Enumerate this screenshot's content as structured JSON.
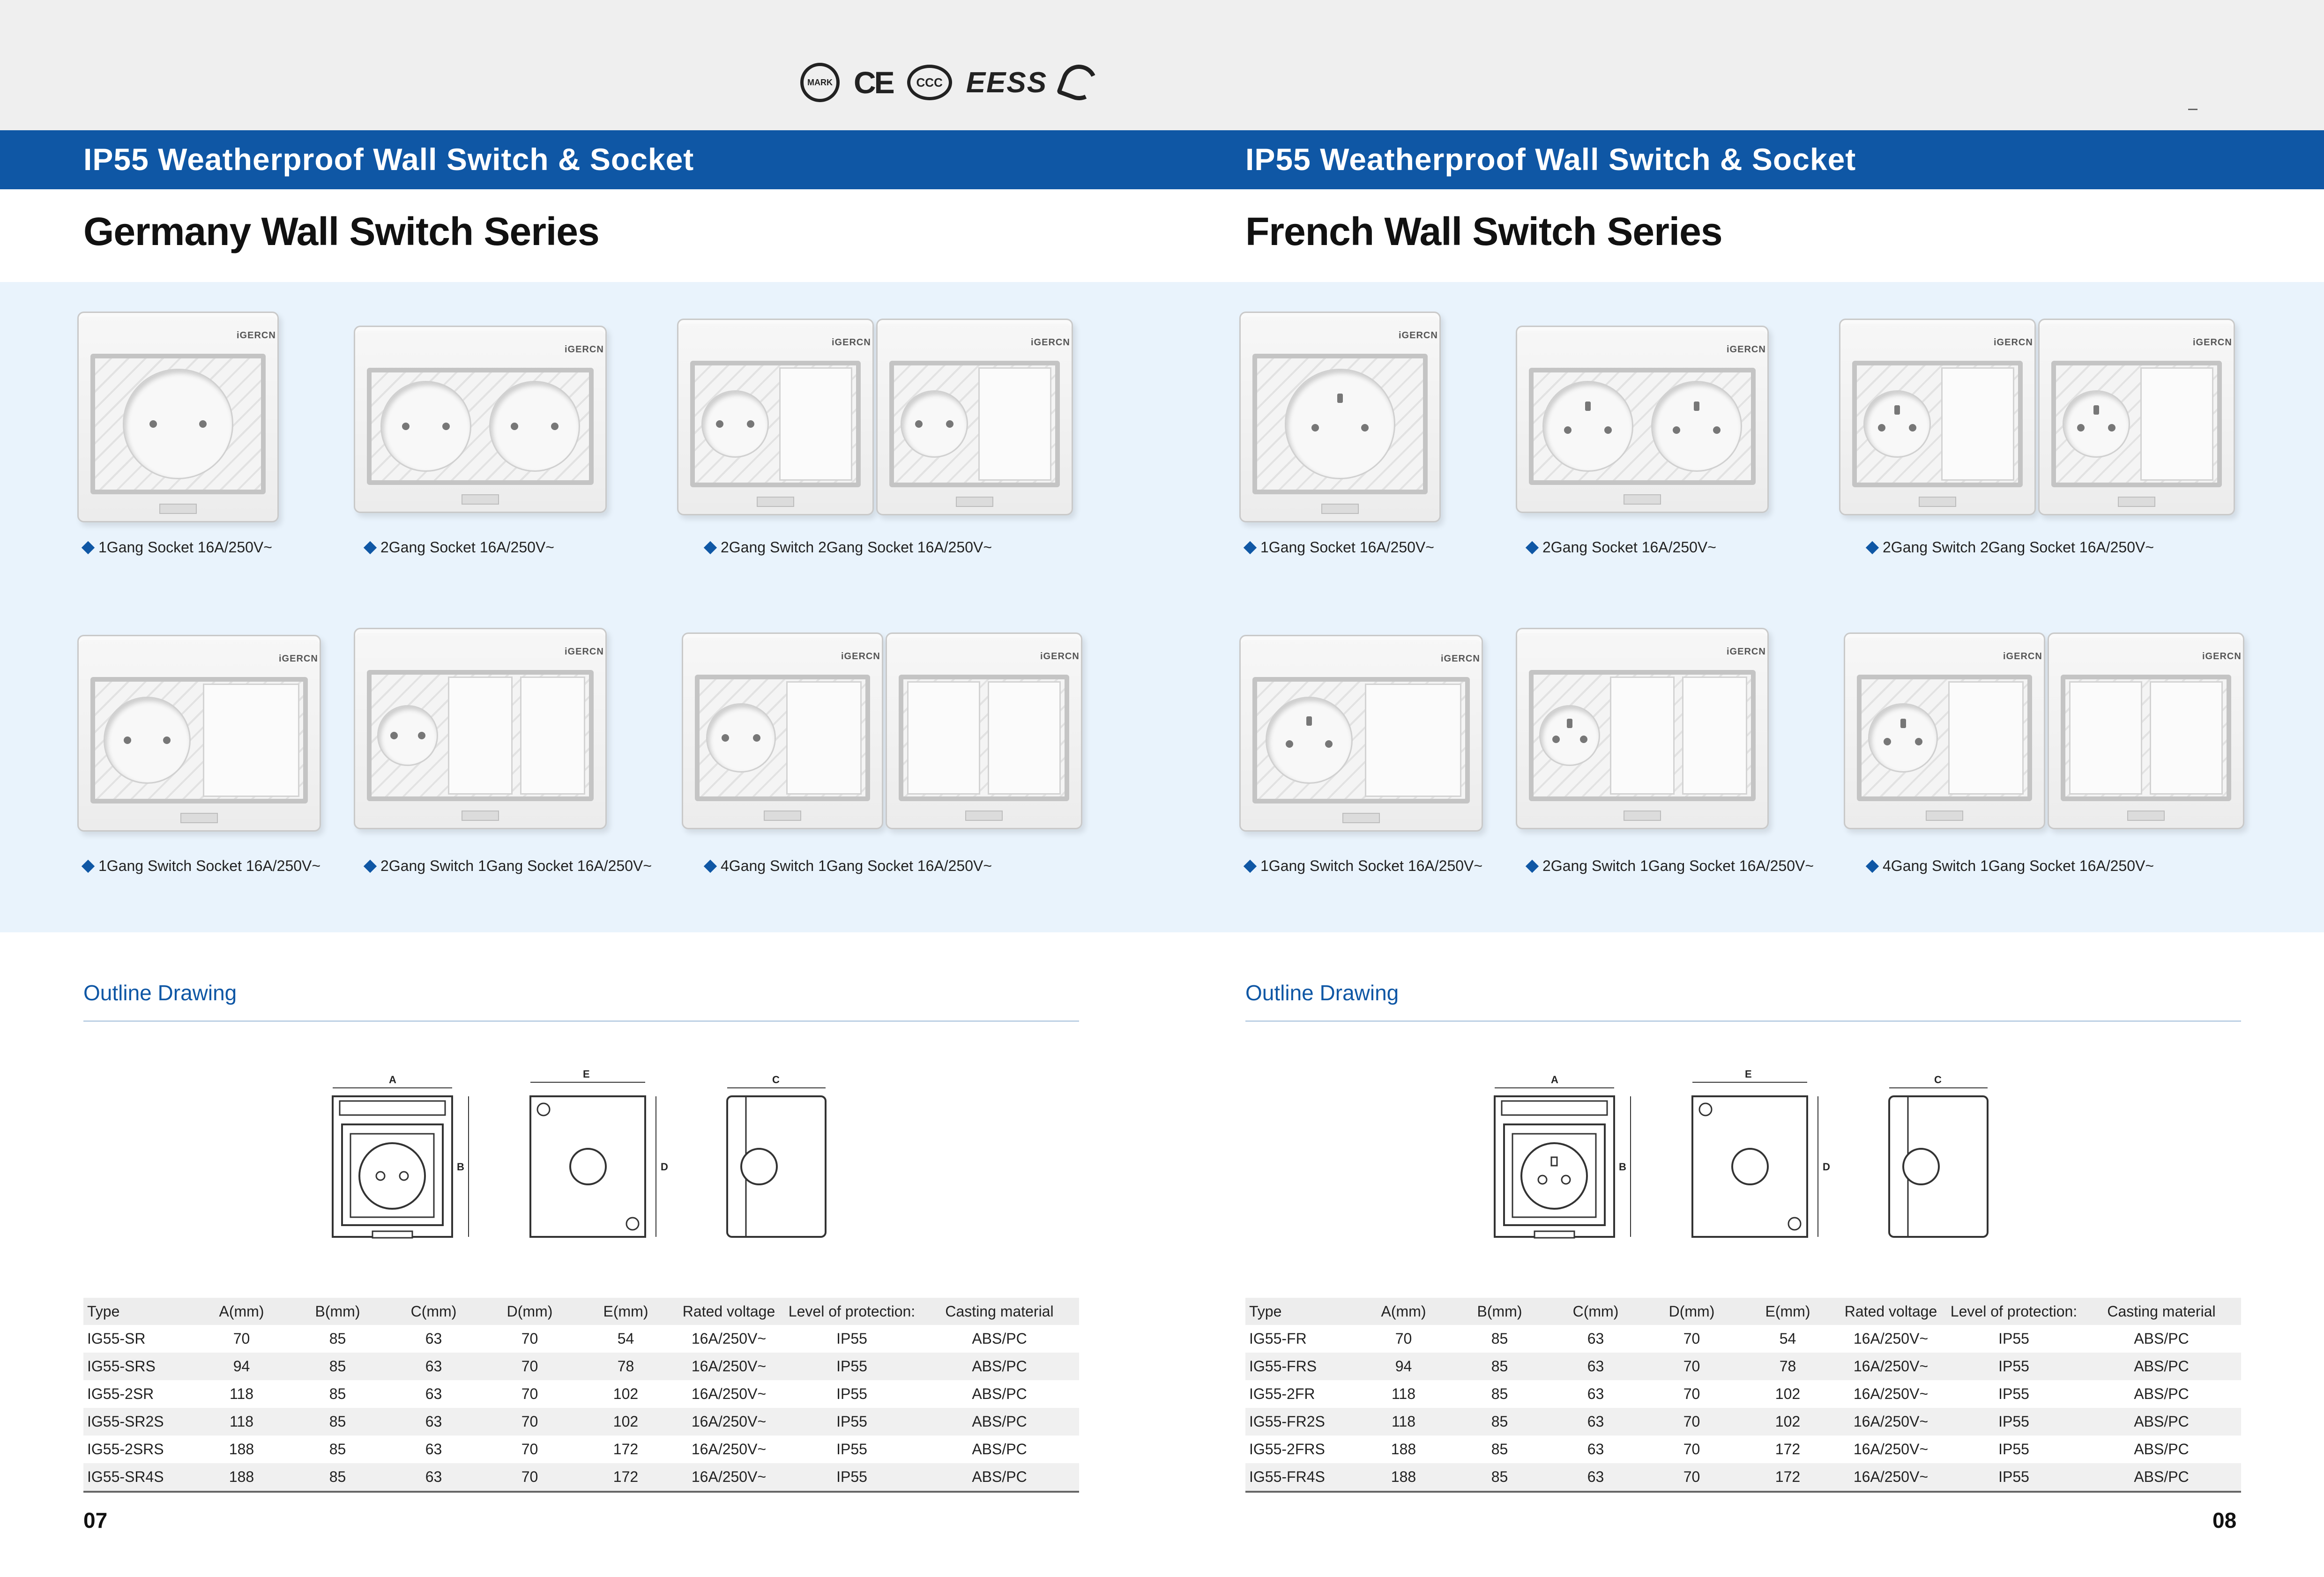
{
  "certifications": [
    {
      "name": "quality-mark",
      "text": "MARK"
    },
    {
      "name": "ce-mark",
      "text": "CE"
    },
    {
      "name": "ccc-mark",
      "text": "CCC"
    },
    {
      "name": "eess-mark",
      "text": "EESS"
    },
    {
      "name": "c-tick-mark",
      "text": ""
    }
  ],
  "brand": "iGERCN",
  "left": {
    "banner": "IP55 Weatherproof Wall Switch & Socket",
    "series_title": "Germany Wall Switch Series",
    "products": [
      "1Gang Socket 16A/250V~",
      "2Gang Socket 16A/250V~",
      "2Gang Switch 2Gang Socket 16A/250V~",
      "1Gang Switch Socket 16A/250V~",
      "2Gang Switch 1Gang Socket 16A/250V~",
      "4Gang Switch 1Gang Socket 16A/250V~"
    ],
    "outline_title": "Outline Drawing",
    "table": {
      "headers": [
        "Type",
        "A(mm)",
        "B(mm)",
        "C(mm)",
        "D(mm)",
        "E(mm)",
        "Rated voltage",
        "Level of protection:",
        "Casting material"
      ],
      "rows": [
        [
          "IG55-SR",
          "70",
          "85",
          "63",
          "70",
          "54",
          "16A/250V~",
          "IP55",
          "ABS/PC"
        ],
        [
          "IG55-SRS",
          "94",
          "85",
          "63",
          "70",
          "78",
          "16A/250V~",
          "IP55",
          "ABS/PC"
        ],
        [
          "IG55-2SR",
          "118",
          "85",
          "63",
          "70",
          "102",
          "16A/250V~",
          "IP55",
          "ABS/PC"
        ],
        [
          "IG55-SR2S",
          "118",
          "85",
          "63",
          "70",
          "102",
          "16A/250V~",
          "IP55",
          "ABS/PC"
        ],
        [
          "IG55-2SRS",
          "188",
          "85",
          "63",
          "70",
          "172",
          "16A/250V~",
          "IP55",
          "ABS/PC"
        ],
        [
          "IG55-SR4S",
          "188",
          "85",
          "63",
          "70",
          "172",
          "16A/250V~",
          "IP55",
          "ABS/PC"
        ]
      ]
    },
    "page_number": "07"
  },
  "right": {
    "banner": "IP55 Weatherproof Wall Switch & Socket",
    "series_title": "French Wall Switch Series",
    "products": [
      "1Gang Socket 16A/250V~",
      "2Gang Socket 16A/250V~",
      "2Gang Switch 2Gang Socket 16A/250V~",
      "1Gang Switch Socket 16A/250V~",
      "2Gang Switch 1Gang Socket 16A/250V~",
      "4Gang Switch 1Gang Socket 16A/250V~"
    ],
    "outline_title": "Outline Drawing",
    "table": {
      "headers": [
        "Type",
        "A(mm)",
        "B(mm)",
        "C(mm)",
        "D(mm)",
        "E(mm)",
        "Rated voltage",
        "Level of protection:",
        "Casting material"
      ],
      "rows": [
        [
          "IG55-FR",
          "70",
          "85",
          "63",
          "70",
          "54",
          "16A/250V~",
          "IP55",
          "ABS/PC"
        ],
        [
          "IG55-FRS",
          "94",
          "85",
          "63",
          "70",
          "78",
          "16A/250V~",
          "IP55",
          "ABS/PC"
        ],
        [
          "IG55-2FR",
          "118",
          "85",
          "63",
          "70",
          "102",
          "16A/250V~",
          "IP55",
          "ABS/PC"
        ],
        [
          "IG55-FR2S",
          "118",
          "85",
          "63",
          "70",
          "102",
          "16A/250V~",
          "IP55",
          "ABS/PC"
        ],
        [
          "IG55-2FRS",
          "188",
          "85",
          "63",
          "70",
          "172",
          "16A/250V~",
          "IP55",
          "ABS/PC"
        ],
        [
          "IG55-FR4S",
          "188",
          "85",
          "63",
          "70",
          "172",
          "16A/250V~",
          "IP55",
          "ABS/PC"
        ]
      ]
    },
    "page_number": "08"
  },
  "drawing_labels": {
    "a": "A",
    "b": "B",
    "c": "C",
    "d": "D",
    "e": "E"
  },
  "colors": {
    "banner": "#0f57a5",
    "band": "#e9f3fc",
    "accent": "#0f57a5"
  }
}
